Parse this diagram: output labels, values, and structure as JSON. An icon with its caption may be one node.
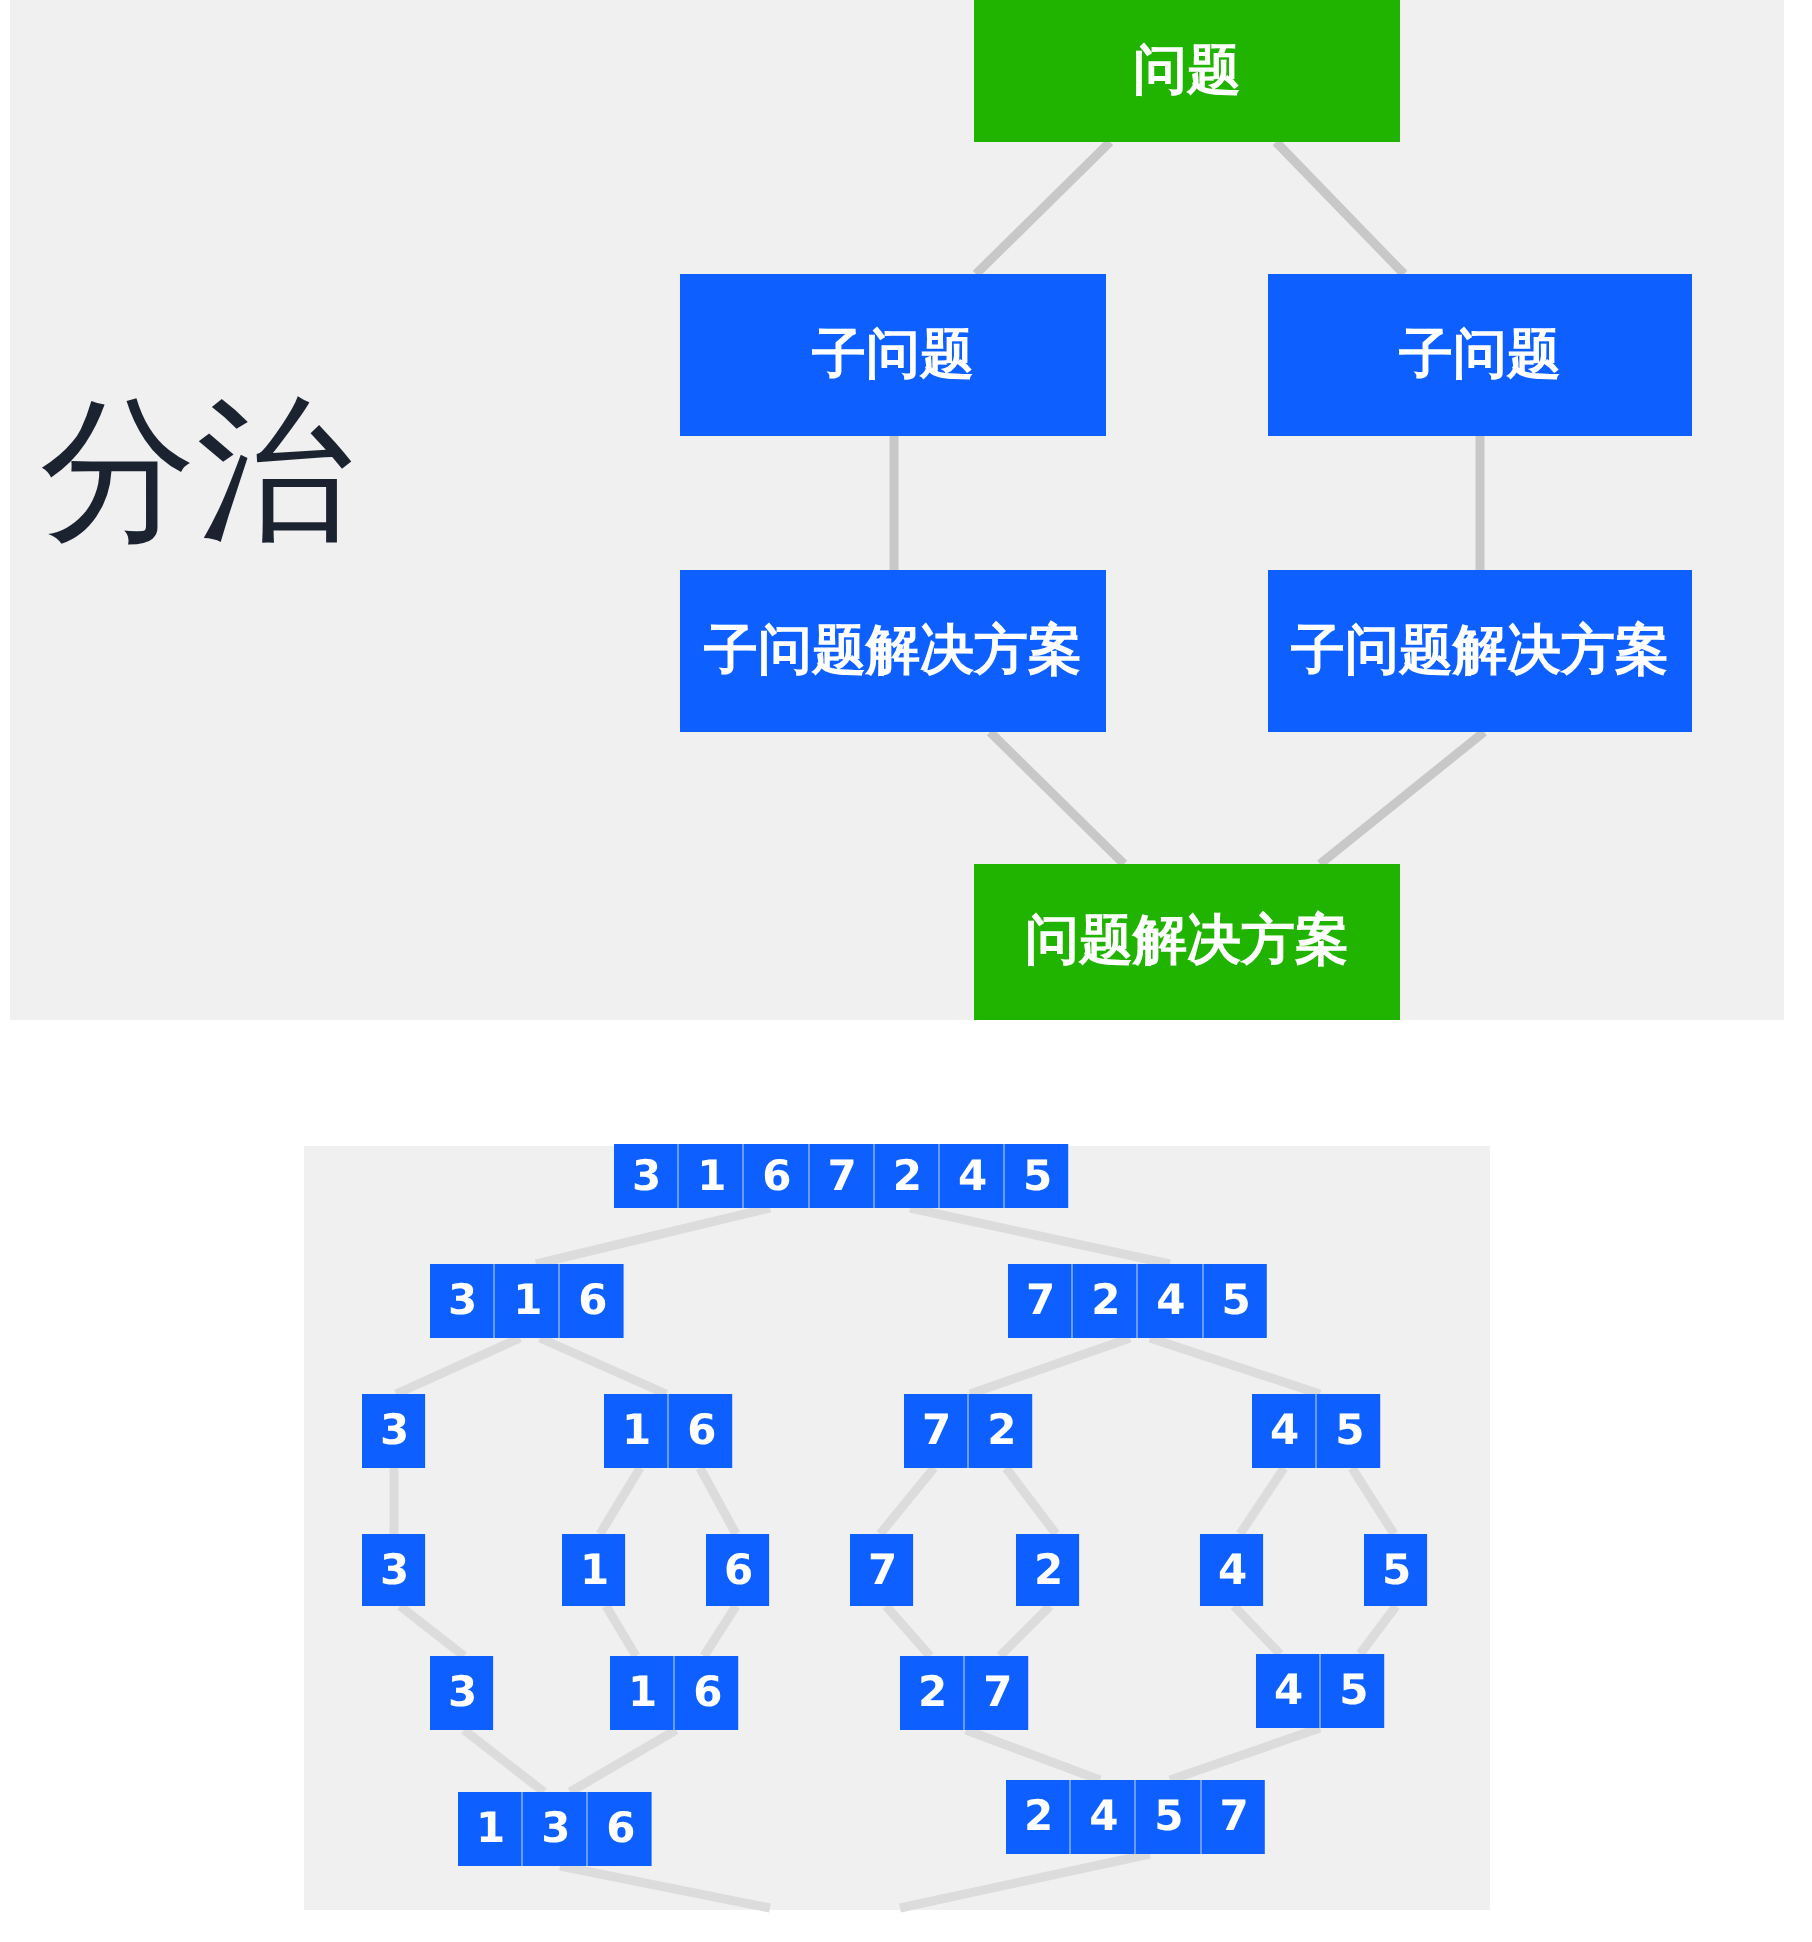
{
  "diagram": {
    "title": "分治",
    "nodes": [
      {
        "text": [
          "问题"
        ]
      },
      {
        "text": [
          "子问题"
        ]
      },
      {
        "text": [
          "子问题"
        ]
      },
      {
        "text": [
          "子问题解决方案"
        ]
      },
      {
        "text": [
          "子问题解决方案"
        ]
      },
      {
        "text": [
          "问题解决方案"
        ]
      },
      {
        "text": [
          "3",
          "1",
          "6",
          "7",
          "2",
          "4",
          "5"
        ]
      },
      {
        "text": [
          "3",
          "1",
          "6"
        ]
      },
      {
        "text": [
          "7",
          "2",
          "4",
          "5"
        ]
      },
      {
        "text": [
          "3"
        ]
      },
      {
        "text": [
          "1",
          "6"
        ]
      },
      {
        "text": [
          "7",
          "2"
        ]
      },
      {
        "text": [
          "4",
          "5"
        ]
      },
      {
        "text": [
          "3"
        ]
      },
      {
        "text": [
          "1"
        ]
      },
      {
        "text": [
          "6"
        ]
      },
      {
        "text": [
          "7"
        ]
      },
      {
        "text": [
          "2"
        ]
      },
      {
        "text": [
          "4"
        ]
      },
      {
        "text": [
          "5"
        ]
      },
      {
        "text": [
          "3"
        ]
      },
      {
        "text": [
          "1",
          "6"
        ]
      },
      {
        "text": [
          "2",
          "7"
        ]
      },
      {
        "text": [
          "4",
          "5"
        ]
      },
      {
        "text": [
          "1",
          "3",
          "6"
        ]
      },
      {
        "text": [
          "2",
          "4",
          "5",
          "7"
        ]
      }
    ],
    "edges": [
      {
        "from": 0,
        "to": 1,
        "arrow": "none",
        "color": "#c8c8c8"
      },
      {
        "from": 0,
        "to": 2,
        "arrow": "none",
        "color": "#c8c8c8"
      },
      {
        "from": 1,
        "to": 3,
        "arrow": "none",
        "color": "#c8c8c8"
      },
      {
        "from": 2,
        "to": 4,
        "arrow": "none",
        "color": "#c8c8c8"
      },
      {
        "from": 3,
        "to": 5,
        "arrow": "none",
        "color": "#c8c8c8"
      },
      {
        "from": 4,
        "to": 5,
        "arrow": "none",
        "color": "#c8c8c8"
      },
      {
        "from": 6,
        "to": 7,
        "arrow": "none"
      },
      {
        "from": 6,
        "to": 8,
        "arrow": "none"
      },
      {
        "from": 7,
        "to": 9,
        "arrow": "none"
      },
      {
        "from": 7,
        "to": 10,
        "arrow": "none"
      },
      {
        "from": 8,
        "to": 11,
        "arrow": "none"
      },
      {
        "from": 8,
        "to": 12,
        "arrow": "none"
      },
      {
        "from": 9,
        "to": 13,
        "arrow": "none"
      },
      {
        "from": 10,
        "to": 14,
        "arrow": "none"
      },
      {
        "from": 10,
        "to": 15,
        "arrow": "none"
      },
      {
        "from": 11,
        "to": 16,
        "arrow": "none"
      },
      {
        "from": 11,
        "to": 17,
        "arrow": "none"
      },
      {
        "from": 12,
        "to": 18,
        "arrow": "none"
      },
      {
        "from": 12,
        "to": 19,
        "arrow": "none"
      },
      {
        "from": 13,
        "to": 20,
        "arrow": "none"
      },
      {
        "from": 14,
        "to": 21,
        "arrow": "none"
      },
      {
        "from": 15,
        "to": 21,
        "arrow": "none"
      },
      {
        "from": 16,
        "to": 22,
        "arrow": "none"
      },
      {
        "from": 17,
        "to": 22,
        "arrow": "none"
      },
      {
        "from": 18,
        "to": 23,
        "arrow": "none"
      },
      {
        "from": 19,
        "to": 23,
        "arrow": "none"
      },
      {
        "from": 20,
        "to": 24,
        "arrow": "none"
      },
      {
        "from": 21,
        "to": 24,
        "arrow": "none"
      },
      {
        "from": 22,
        "to": 25,
        "arrow": "none"
      },
      {
        "from": 23,
        "to": 25,
        "arrow": "none"
      },
      {
        "from": 24,
        "to": null,
        "arrow": "none"
      },
      {
        "from": 25,
        "to": null,
        "arrow": "none"
      }
    ]
  }
}
